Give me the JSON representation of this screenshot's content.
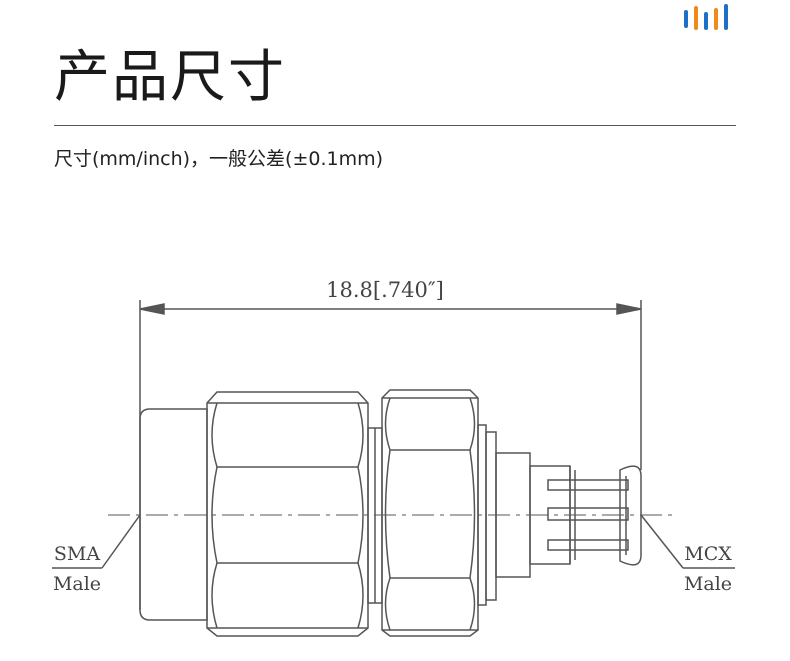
{
  "header": {
    "title": "产品尺寸",
    "logo_colors": [
      "#1e6fc6",
      "#f08a1c",
      "#1e6fc6",
      "#f08a1c",
      "#1e6fc6"
    ]
  },
  "spec": {
    "text": "尺寸(mm/inch)，一般公差(±0.1mm)"
  },
  "drawing": {
    "dimension_label": "18.8[.740″]",
    "left_connector": {
      "type": "SMA",
      "gender": "Male"
    },
    "right_connector": {
      "type": "MCX",
      "gender": "Male"
    },
    "line_color": "#555555"
  }
}
